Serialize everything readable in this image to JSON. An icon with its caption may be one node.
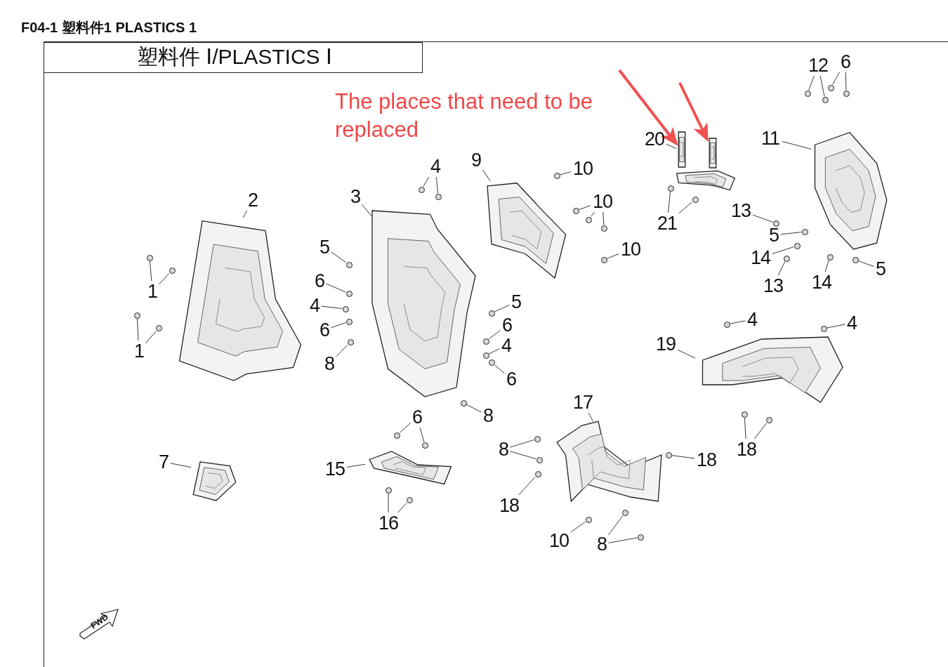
{
  "diagram": {
    "title": "F04-1 塑料件1 PLASTICS 1",
    "nodes": [
      {
        "text": [
          "塑料件 Ⅰ/PLASTICS Ⅰ"
        ]
      },
      {
        "text": [],
        "shape": "picture"
      },
      {
        "text": [],
        "shape": "picture"
      },
      {
        "text": [],
        "shape": "picture"
      },
      {
        "text": [],
        "shape": "picture"
      },
      {
        "text": [],
        "shape": "picture"
      },
      {
        "text": [],
        "shape": "picture"
      },
      {
        "text": [],
        "shape": "picture"
      },
      {
        "text": [],
        "shape": "picture"
      },
      {
        "text": [],
        "shape": "picture"
      },
      {
        "text": [],
        "shape": "picture"
      },
      {
        "text": [],
        "shape": "picture"
      },
      {
        "text": [
          "2"
        ]
      },
      {
        "text": [
          "1"
        ]
      },
      {
        "text": [
          "1"
        ]
      },
      {
        "text": [
          "3"
        ]
      },
      {
        "text": [
          "4"
        ]
      },
      {
        "text": [
          "5"
        ]
      },
      {
        "text": [
          "6"
        ]
      },
      {
        "text": [
          "4"
        ]
      },
      {
        "text": [
          "6"
        ]
      },
      {
        "text": [
          "8"
        ]
      },
      {
        "text": [
          "5"
        ]
      },
      {
        "text": [
          "6"
        ]
      },
      {
        "text": [
          "4"
        ]
      },
      {
        "text": [
          "6"
        ]
      },
      {
        "text": [
          "8"
        ]
      },
      {
        "text": [
          "9"
        ]
      },
      {
        "text": [
          "10"
        ]
      },
      {
        "text": [
          "10"
        ]
      },
      {
        "text": [
          "10"
        ]
      },
      {
        "text": [
          "20"
        ]
      },
      {
        "text": [
          "21"
        ]
      },
      {
        "text": [
          "12"
        ]
      },
      {
        "text": [
          "6"
        ]
      },
      {
        "text": [
          "11"
        ]
      },
      {
        "text": [
          "13"
        ]
      },
      {
        "text": [
          "5"
        ]
      },
      {
        "text": [
          "14"
        ]
      },
      {
        "text": [
          "13"
        ]
      },
      {
        "text": [
          "14"
        ]
      },
      {
        "text": [
          "5"
        ]
      },
      {
        "text": [
          "4"
        ]
      },
      {
        "text": [
          "4"
        ]
      },
      {
        "text": [
          "19"
        ]
      },
      {
        "text": [
          "18"
        ]
      },
      {
        "text": [
          "17"
        ]
      },
      {
        "text": [
          "18"
        ]
      },
      {
        "text": [
          "8"
        ]
      },
      {
        "text": [
          "18"
        ]
      },
      {
        "text": [
          "10"
        ]
      },
      {
        "text": [
          "8"
        ]
      },
      {
        "text": [
          "7"
        ]
      },
      {
        "text": [
          "6"
        ]
      },
      {
        "text": [
          "15"
        ]
      },
      {
        "text": [
          "16"
        ]
      },
      {
        "text": [],
        "shape": "circle"
      },
      {
        "text": [],
        "shape": "circle"
      },
      {
        "text": [],
        "shape": "circle"
      },
      {
        "text": [],
        "shape": "circle"
      },
      {
        "text": [],
        "shape": "circle"
      },
      {
        "text": [],
        "shape": "circle"
      },
      {
        "text": [],
        "shape": "circle"
      },
      {
        "text": [],
        "shape": "circle"
      },
      {
        "text": [],
        "shape": "circle"
      },
      {
        "text": [],
        "shape": "circle"
      },
      {
        "text": [],
        "shape": "circle"
      },
      {
        "text": [],
        "shape": "circle"
      },
      {
        "text": [],
        "shape": "circle"
      },
      {
        "text": [],
        "shape": "circle"
      },
      {
        "text": [],
        "shape": "circle"
      },
      {
        "text": [],
        "shape": "circle"
      },
      {
        "text": [],
        "shape": "circle"
      },
      {
        "text": [],
        "shape": "circle"
      },
      {
        "text": [],
        "shape": "circle"
      },
      {
        "text": [],
        "shape": "circle"
      },
      {
        "text": [],
        "shape": "circle"
      },
      {
        "text": [],
        "shape": "circle"
      },
      {
        "text": [],
        "shape": "circle"
      },
      {
        "text": [],
        "shape": "circle"
      },
      {
        "text": [],
        "shape": "circle"
      },
      {
        "text": [],
        "shape": "circle"
      },
      {
        "text": [],
        "shape": "circle"
      },
      {
        "text": [],
        "shape": "circle"
      },
      {
        "text": [],
        "shape": "circle"
      },
      {
        "text": [],
        "shape": "circle"
      },
      {
        "text": [],
        "shape": "circle"
      },
      {
        "text": [],
        "shape": "circle"
      },
      {
        "text": [],
        "shape": "circle"
      },
      {
        "text": [],
        "shape": "circle"
      },
      {
        "text": [],
        "shape": "circle"
      },
      {
        "text": [],
        "shape": "circle"
      },
      {
        "text": [],
        "shape": "circle"
      },
      {
        "text": [],
        "shape": "circle"
      },
      {
        "text": [],
        "shape": "circle"
      },
      {
        "text": [],
        "shape": "circle"
      },
      {
        "text": [],
        "shape": "circle"
      },
      {
        "text": [],
        "shape": "circle"
      },
      {
        "text": [],
        "shape": "circle"
      },
      {
        "text": [],
        "shape": "circle"
      },
      {
        "text": [],
        "shape": "circle"
      },
      {
        "text": [],
        "shape": "circle"
      },
      {
        "text": [],
        "shape": "circle"
      },
      {
        "text": [],
        "shape": "circle"
      }
    ],
    "edges": [
      {
        "from": 12,
        "to": 1,
        "arrow": "none"
      },
      {
        "from": 13,
        "to": 56,
        "arrow": "none"
      },
      {
        "from": 13,
        "to": 57,
        "arrow": "none"
      },
      {
        "from": 14,
        "to": 58,
        "arrow": "none"
      },
      {
        "from": 14,
        "to": 59,
        "arrow": "none"
      },
      {
        "from": 15,
        "to": 2,
        "arrow": "none"
      },
      {
        "from": 16,
        "to": 60,
        "arrow": "none"
      },
      {
        "from": 16,
        "to": 61,
        "arrow": "none"
      },
      {
        "from": 17,
        "to": 62,
        "arrow": "none"
      },
      {
        "from": 18,
        "to": 63,
        "arrow": "none"
      },
      {
        "from": 19,
        "to": 64,
        "arrow": "none"
      },
      {
        "from": 20,
        "to": 65,
        "arrow": "none"
      },
      {
        "from": 21,
        "to": 66,
        "arrow": "none"
      },
      {
        "from": 22,
        "to": 67,
        "arrow": "none"
      },
      {
        "from": 23,
        "to": 68,
        "arrow": "none"
      },
      {
        "from": 24,
        "to": 69,
        "arrow": "none"
      },
      {
        "from": 25,
        "to": 70,
        "arrow": "none"
      },
      {
        "from": 26,
        "to": 71,
        "arrow": "none"
      },
      {
        "from": 27,
        "to": 3,
        "arrow": "none"
      },
      {
        "from": 28,
        "to": 72,
        "arrow": "none"
      },
      {
        "from": 29,
        "to": 73,
        "arrow": "none"
      },
      {
        "from": 29,
        "to": 74,
        "arrow": "none"
      },
      {
        "from": 29,
        "to": 75,
        "arrow": "none"
      },
      {
        "from": 30,
        "to": 76,
        "arrow": "none"
      },
      {
        "from": 31,
        "to": 4,
        "arrow": "none"
      },
      {
        "from": 32,
        "to": 77,
        "arrow": "none"
      },
      {
        "from": 32,
        "to": 78,
        "arrow": "none"
      },
      {
        "from": 33,
        "to": 79,
        "arrow": "none"
      },
      {
        "from": 33,
        "to": 80,
        "arrow": "none"
      },
      {
        "from": 34,
        "to": 81,
        "arrow": "none"
      },
      {
        "from": 34,
        "to": 82,
        "arrow": "none"
      },
      {
        "from": 35,
        "to": 7,
        "arrow": "none"
      },
      {
        "from": 36,
        "to": 83,
        "arrow": "none"
      },
      {
        "from": 37,
        "to": 84,
        "arrow": "none"
      },
      {
        "from": 38,
        "to": 85,
        "arrow": "none"
      },
      {
        "from": 39,
        "to": 86,
        "arrow": "none"
      },
      {
        "from": 40,
        "to": 87,
        "arrow": "none"
      },
      {
        "from": 41,
        "to": 88,
        "arrow": "none"
      },
      {
        "from": 42,
        "to": 89,
        "arrow": "none"
      },
      {
        "from": 43,
        "to": 90,
        "arrow": "none"
      },
      {
        "from": 44,
        "to": 8,
        "arrow": "none"
      },
      {
        "from": 45,
        "to": 91,
        "arrow": "none"
      },
      {
        "from": 45,
        "to": 92,
        "arrow": "none"
      },
      {
        "from": 46,
        "to": 9,
        "arrow": "none"
      },
      {
        "from": 47,
        "to": 93,
        "arrow": "none"
      },
      {
        "from": 48,
        "to": 94,
        "arrow": "none"
      },
      {
        "from": 48,
        "to": 95,
        "arrow": "none"
      },
      {
        "from": 49,
        "to": 96,
        "arrow": "none"
      },
      {
        "from": 50,
        "to": 97,
        "arrow": "none"
      },
      {
        "from": 51,
        "to": 98,
        "arrow": "none"
      },
      {
        "from": 51,
        "to": 99,
        "arrow": "none"
      },
      {
        "from": 52,
        "to": 10,
        "arrow": "none"
      },
      {
        "from": 53,
        "to": 100,
        "arrow": "none"
      },
      {
        "from": 53,
        "to": 101,
        "arrow": "none"
      },
      {
        "from": 54,
        "to": 11,
        "arrow": "none"
      },
      {
        "from": 55,
        "to": 102,
        "arrow": "none"
      },
      {
        "from": 55,
        "to": 103,
        "arrow": "none"
      },
      {
        "from": null,
        "to": 4,
        "arrow": "to",
        "style": "thick",
        "color": "#f05050"
      },
      {
        "from": null,
        "to": 5,
        "arrow": "to",
        "style": "thick",
        "color": "#f05050"
      }
    ],
    "labels": [
      "The places that need to be replaced",
      "FWD"
    ]
  }
}
